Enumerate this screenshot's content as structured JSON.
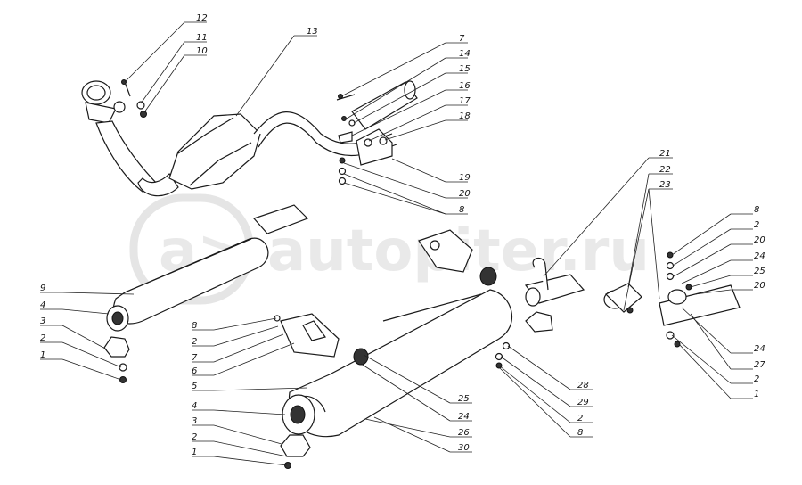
{
  "watermark": "autopiter.ru",
  "callouts": [
    {
      "id": "c12",
      "text": "12"
    },
    {
      "id": "c11",
      "text": "11"
    },
    {
      "id": "c10",
      "text": "10"
    },
    {
      "id": "c13",
      "text": "13"
    },
    {
      "id": "c7a",
      "text": "7"
    },
    {
      "id": "c14",
      "text": "14"
    },
    {
      "id": "c15",
      "text": "15"
    },
    {
      "id": "c16",
      "text": "16"
    },
    {
      "id": "c17",
      "text": "17"
    },
    {
      "id": "c18",
      "text": "18"
    },
    {
      "id": "c19",
      "text": "19"
    },
    {
      "id": "c20a",
      "text": "20"
    },
    {
      "id": "c8a",
      "text": "8"
    },
    {
      "id": "c9",
      "text": "9"
    },
    {
      "id": "c4a",
      "text": "4"
    },
    {
      "id": "c3a",
      "text": "3"
    },
    {
      "id": "c2a",
      "text": "2"
    },
    {
      "id": "c1a",
      "text": "1"
    },
    {
      "id": "c8b",
      "text": "8"
    },
    {
      "id": "c2b",
      "text": "2"
    },
    {
      "id": "c7b",
      "text": "7"
    },
    {
      "id": "c6",
      "text": "6"
    },
    {
      "id": "c5",
      "text": "5"
    },
    {
      "id": "c4b",
      "text": "4"
    },
    {
      "id": "c3b",
      "text": "3"
    },
    {
      "id": "c2c",
      "text": "2"
    },
    {
      "id": "c1b",
      "text": "1"
    },
    {
      "id": "c25a",
      "text": "25"
    },
    {
      "id": "c24a",
      "text": "24"
    },
    {
      "id": "c26",
      "text": "26"
    },
    {
      "id": "c30",
      "text": "30"
    },
    {
      "id": "c28",
      "text": "28"
    },
    {
      "id": "c29",
      "text": "29"
    },
    {
      "id": "c2d",
      "text": "2"
    },
    {
      "id": "c8c",
      "text": "8"
    },
    {
      "id": "c21",
      "text": "21"
    },
    {
      "id": "c22",
      "text": "22"
    },
    {
      "id": "c23",
      "text": "23"
    },
    {
      "id": "c8d",
      "text": "8"
    },
    {
      "id": "c2e",
      "text": "2"
    },
    {
      "id": "c20b",
      "text": "20"
    },
    {
      "id": "c24b",
      "text": "24"
    },
    {
      "id": "c25b",
      "text": "25"
    },
    {
      "id": "c20c",
      "text": "20"
    },
    {
      "id": "c24c",
      "text": "24"
    },
    {
      "id": "c27",
      "text": "27"
    },
    {
      "id": "c2f",
      "text": "2"
    },
    {
      "id": "c1c",
      "text": "1"
    }
  ]
}
